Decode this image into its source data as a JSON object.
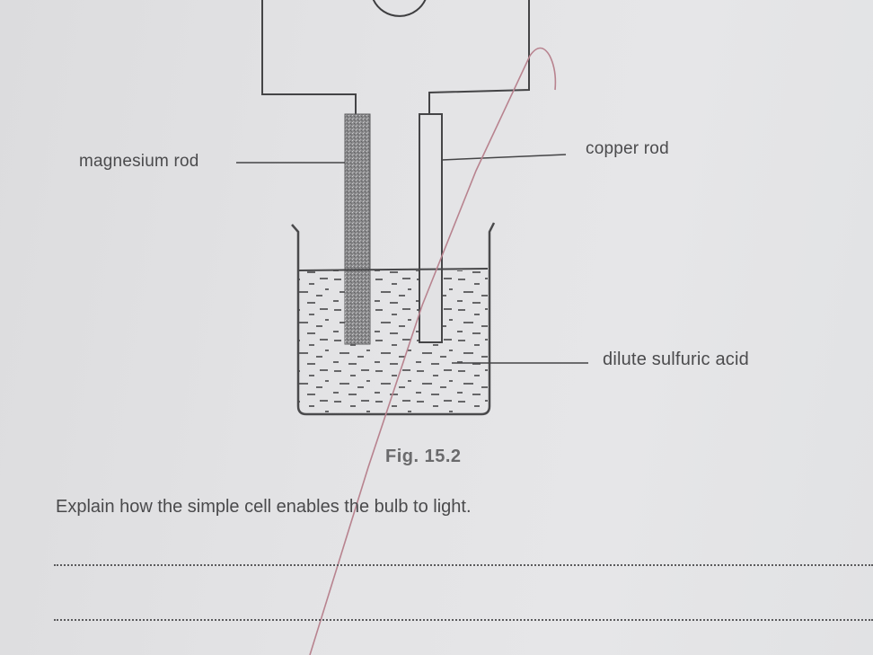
{
  "diagram": {
    "labels": {
      "magnesium_rod": "magnesium rod",
      "copper_rod": "copper rod",
      "electrolyte": "dilute sulfuric acid"
    },
    "caption": "Fig. 15.2",
    "components": [
      "bulb",
      "connecting-wires",
      "magnesium-rod",
      "copper-rod",
      "beaker",
      "dilute-sulfuric-acid"
    ]
  },
  "question": {
    "text": "Explain how the simple cell enables the bulb to light.",
    "answer_lines": 2
  },
  "annotations": {
    "pen_mark_color": "#b8838f"
  }
}
